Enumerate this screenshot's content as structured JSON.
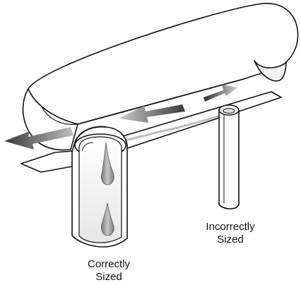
{
  "labels": {
    "incorrect": {
      "line1": "Incorrectly",
      "line2": "Sized"
    },
    "correct": {
      "line1": "Correctly",
      "line2": "Sized"
    }
  },
  "colors": {
    "stroke": "#111111",
    "paper": "#ffffff",
    "arrow_dark": "#3a3a3a",
    "arrow_light": "#bdbdbd",
    "water": "#9a9a9a",
    "shadow": "#d9d9d9"
  }
}
